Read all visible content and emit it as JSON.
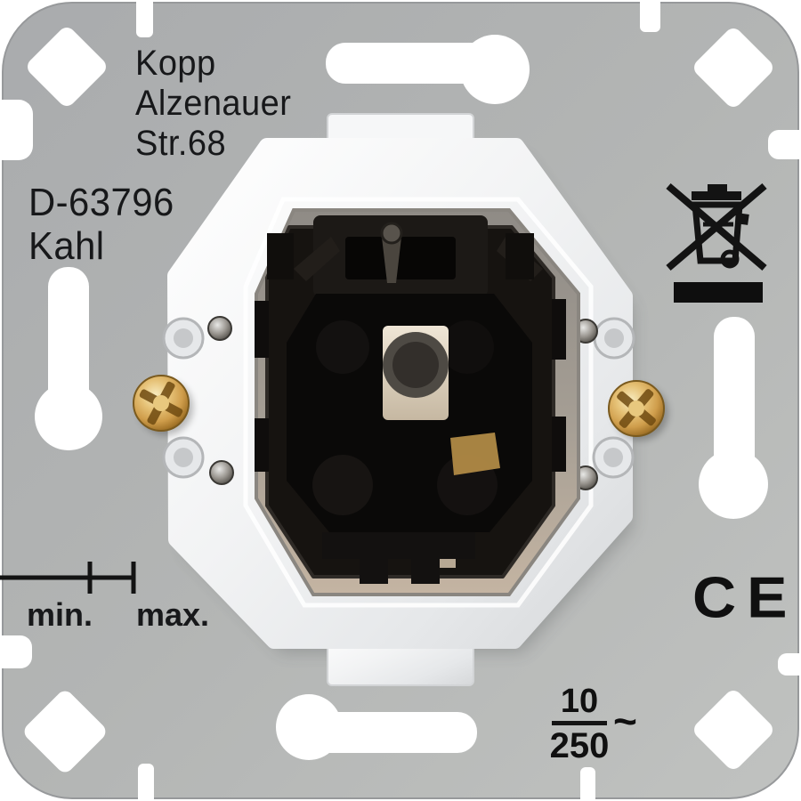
{
  "product_markings": {
    "manufacturer": "Kopp",
    "address_line1": "Alzenauer",
    "address_line2": "Str.68",
    "postal_code": "D-63796",
    "city": "Kahl",
    "min_label": "min.",
    "max_label": "max.",
    "ce_mark": "CE",
    "rating": {
      "current_a": "10",
      "voltage_v": "250",
      "ac_symbol": "~"
    }
  },
  "icons": {
    "weee": "crossed-out-wheeled-bin-icon",
    "scale": "min-max-depth-scale-icon"
  },
  "colors": {
    "background": "#ffffff",
    "plate_gray": "#b2b4b4",
    "frame_white": "#f3f4f5",
    "mechanism_black": "#161310",
    "base_metal_tan": "#bfae9d",
    "brass_screw": "#d2a255",
    "marking_black": "#141414"
  }
}
